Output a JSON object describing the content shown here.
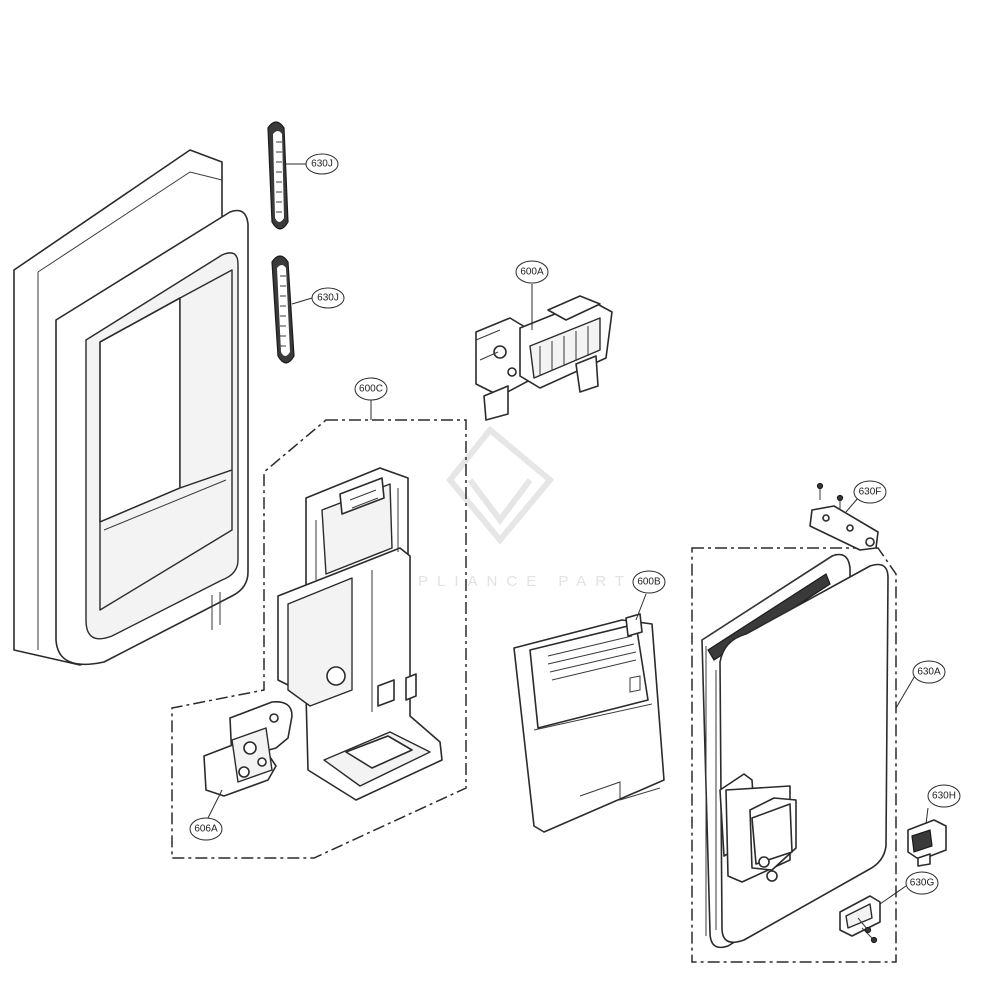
{
  "diagram": {
    "watermark": "APPLIANCE PARTS",
    "callouts": [
      {
        "id": "630J-top",
        "label": "630J"
      },
      {
        "id": "630J-bottom",
        "label": "630J"
      },
      {
        "id": "600A",
        "label": "600A"
      },
      {
        "id": "600C",
        "label": "600C"
      },
      {
        "id": "600B",
        "label": "600B"
      },
      {
        "id": "606A",
        "label": "606A"
      },
      {
        "id": "630F",
        "label": "630F"
      },
      {
        "id": "630A",
        "label": "630A"
      },
      {
        "id": "630H",
        "label": "630H"
      },
      {
        "id": "630G",
        "label": "630G"
      }
    ]
  }
}
